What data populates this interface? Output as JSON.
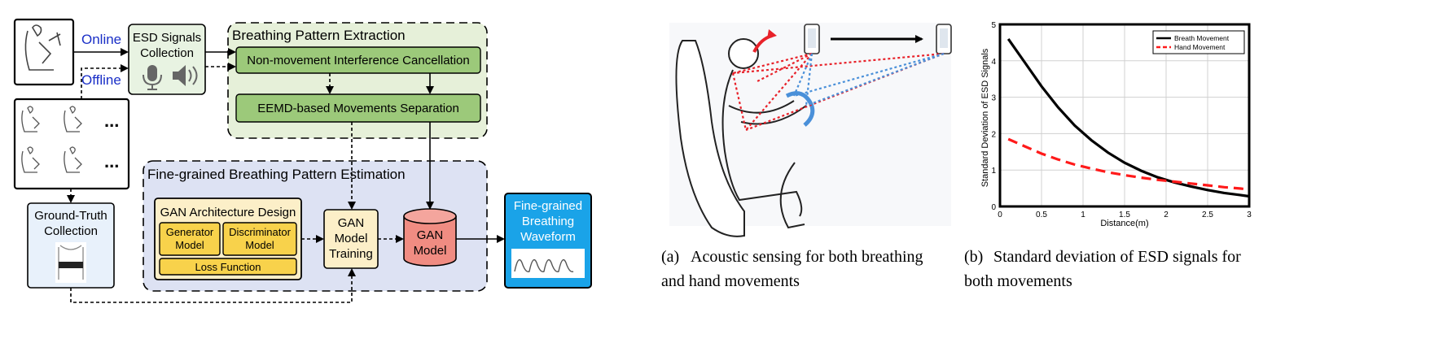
{
  "pipeline": {
    "online_label": "Online",
    "offline_label": "Offline",
    "esd_box": {
      "line1": "ESD Signals",
      "line2": "Collection"
    },
    "extraction_group": {
      "title": "Breathing Pattern Extraction",
      "interference_box": "Non-movement Interference Cancellation",
      "eemd_box": "EEMD-based Movements Separation"
    },
    "estimation_group": {
      "title": "Fine-grained Breathing Pattern Estimation",
      "gan_design": {
        "title": "GAN Architecture Design",
        "generator": {
          "line1": "Generator",
          "line2": "Model"
        },
        "discriminator": {
          "line1": "Discriminator",
          "line2": "Model"
        },
        "loss": "Loss Function"
      },
      "training": {
        "line1": "GAN",
        "line2": "Model",
        "line3": "Training"
      },
      "gan_model": {
        "line1": "GAN",
        "line2": "Model"
      }
    },
    "waveform_box": {
      "line1": "Fine-grained",
      "line2": "Breathing",
      "line3": "Waveform"
    },
    "ground_truth_box": {
      "line1": "Ground-Truth",
      "line2": "Collection"
    },
    "ellipsis": "..."
  },
  "captions": {
    "a": {
      "label": "(a)",
      "line1": "Acoustic sensing for both breathing",
      "line2": "and hand movements"
    },
    "b": {
      "label": "(b)",
      "line1": "Standard deviation of ESD signals for",
      "line2": "both movements"
    }
  },
  "colors": {
    "extraction_bg": "#e6f0d9",
    "estimation_bg": "#dde2f3",
    "green_box": "#9cc97a",
    "yellow_box": "#f8d24b",
    "cream_box": "#fcefc8",
    "gan_model": "#f08c82",
    "waveform_bg": "#1aa3e8",
    "breath_line": "#000000",
    "hand_line": "#ff1a1a",
    "sensing_red": "#e8222a",
    "sensing_blue": "#4a90d9"
  },
  "chart_data": {
    "type": "line",
    "xlabel": "Distance(m)",
    "ylabel": "Standard Deviation of ESD Signals",
    "xlim": [
      0,
      3
    ],
    "ylim": [
      0,
      5
    ],
    "xticks": [
      "0",
      "0.5",
      "1",
      "1.5",
      "2",
      "2.5",
      "3"
    ],
    "yticks": [
      "0",
      "1",
      "2",
      "3",
      "4",
      "5"
    ],
    "grid": true,
    "legend_position": "top-right",
    "series": [
      {
        "name": "Breath Movement",
        "color": "#000000",
        "style": "solid",
        "x": [
          0.1,
          0.3,
          0.5,
          0.7,
          0.9,
          1.1,
          1.3,
          1.5,
          1.7,
          1.9,
          2.1,
          2.3,
          2.5,
          2.7,
          2.9,
          3.0
        ],
        "y": [
          4.6,
          3.95,
          3.3,
          2.72,
          2.22,
          1.82,
          1.48,
          1.2,
          0.98,
          0.8,
          0.66,
          0.55,
          0.45,
          0.37,
          0.31,
          0.28
        ]
      },
      {
        "name": "Hand Movement",
        "color": "#ff1a1a",
        "style": "dashed",
        "x": [
          0.1,
          0.3,
          0.5,
          0.7,
          0.9,
          1.1,
          1.3,
          1.5,
          1.7,
          1.9,
          2.1,
          2.3,
          2.5,
          2.7,
          2.9,
          3.0
        ],
        "y": [
          1.85,
          1.65,
          1.45,
          1.29,
          1.15,
          1.04,
          0.94,
          0.86,
          0.79,
          0.73,
          0.68,
          0.63,
          0.58,
          0.53,
          0.49,
          0.46
        ]
      }
    ]
  }
}
